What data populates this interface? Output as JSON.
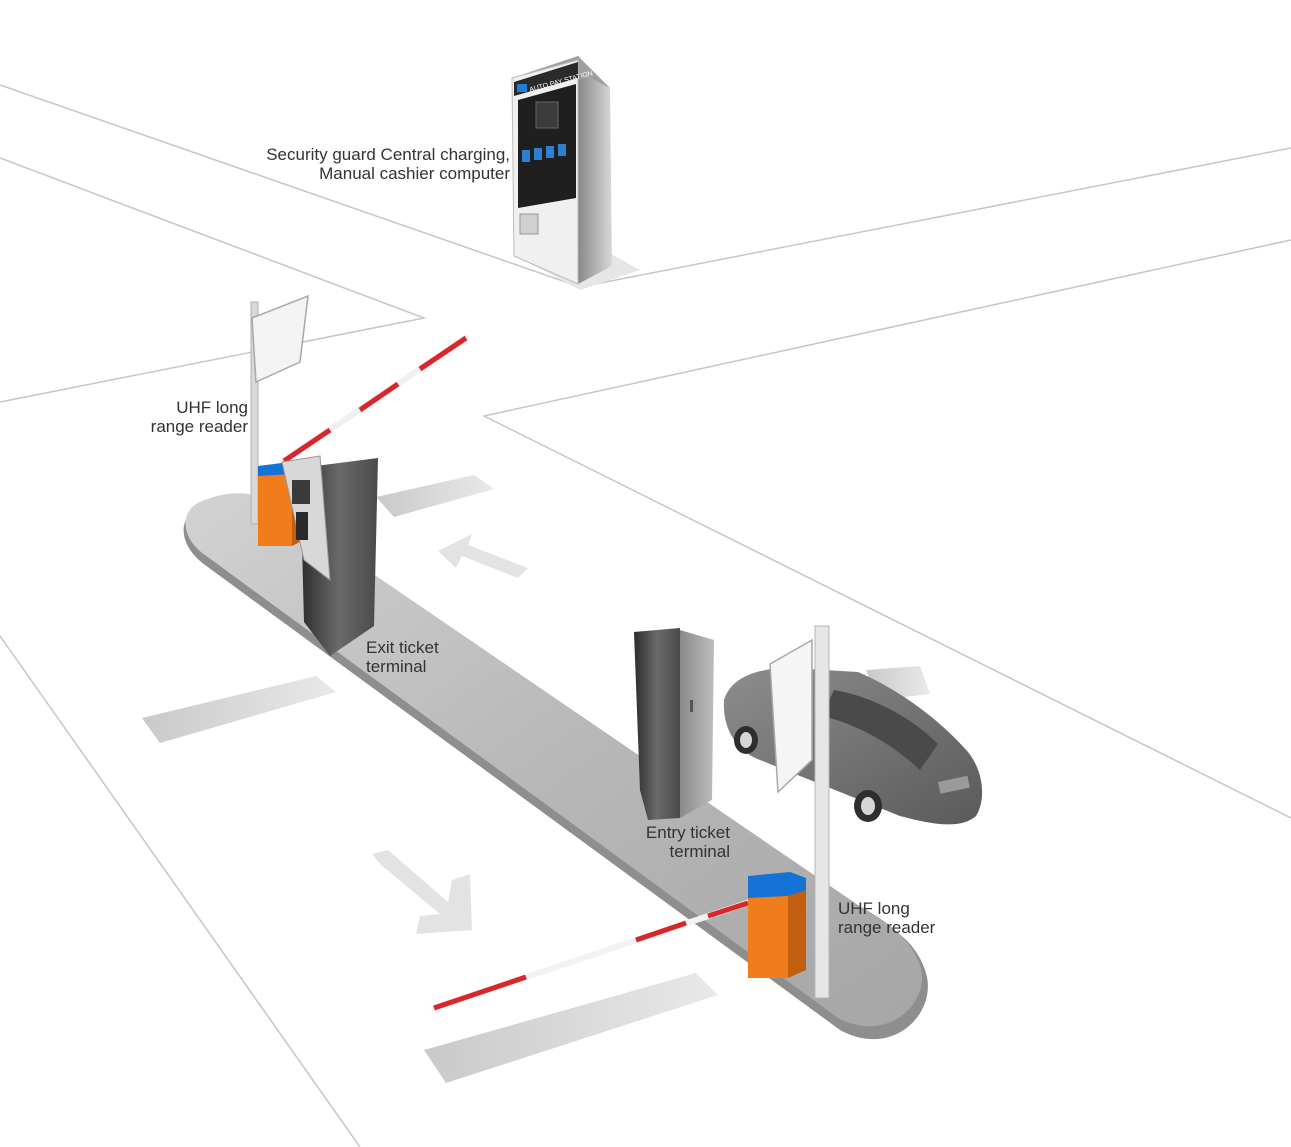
{
  "labels": {
    "pay_station": {
      "line1": "Security guard Central charging,",
      "line2": "Manual cashier computer"
    },
    "uhf_reader_exit": {
      "line1": "UHF long",
      "line2": "range reader"
    },
    "exit_terminal": {
      "line1": "Exit ticket",
      "line2": "terminal"
    },
    "entry_terminal": {
      "line1": "Entry ticket",
      "line2": "terminal"
    },
    "uhf_reader_entry": {
      "line1": "UHF long",
      "line2": "range reader"
    }
  },
  "kiosk_header": "AUTO PAY STATION",
  "colors": {
    "road_line": "#c8c8c8",
    "island": "#b9b9b9",
    "barrier_orange": "#f07c1c",
    "barrier_blue": "#1673d6",
    "boom_red": "#d9262b",
    "terminal_dark": "#3d3d3d",
    "car_gray": "#6b6b6b"
  }
}
